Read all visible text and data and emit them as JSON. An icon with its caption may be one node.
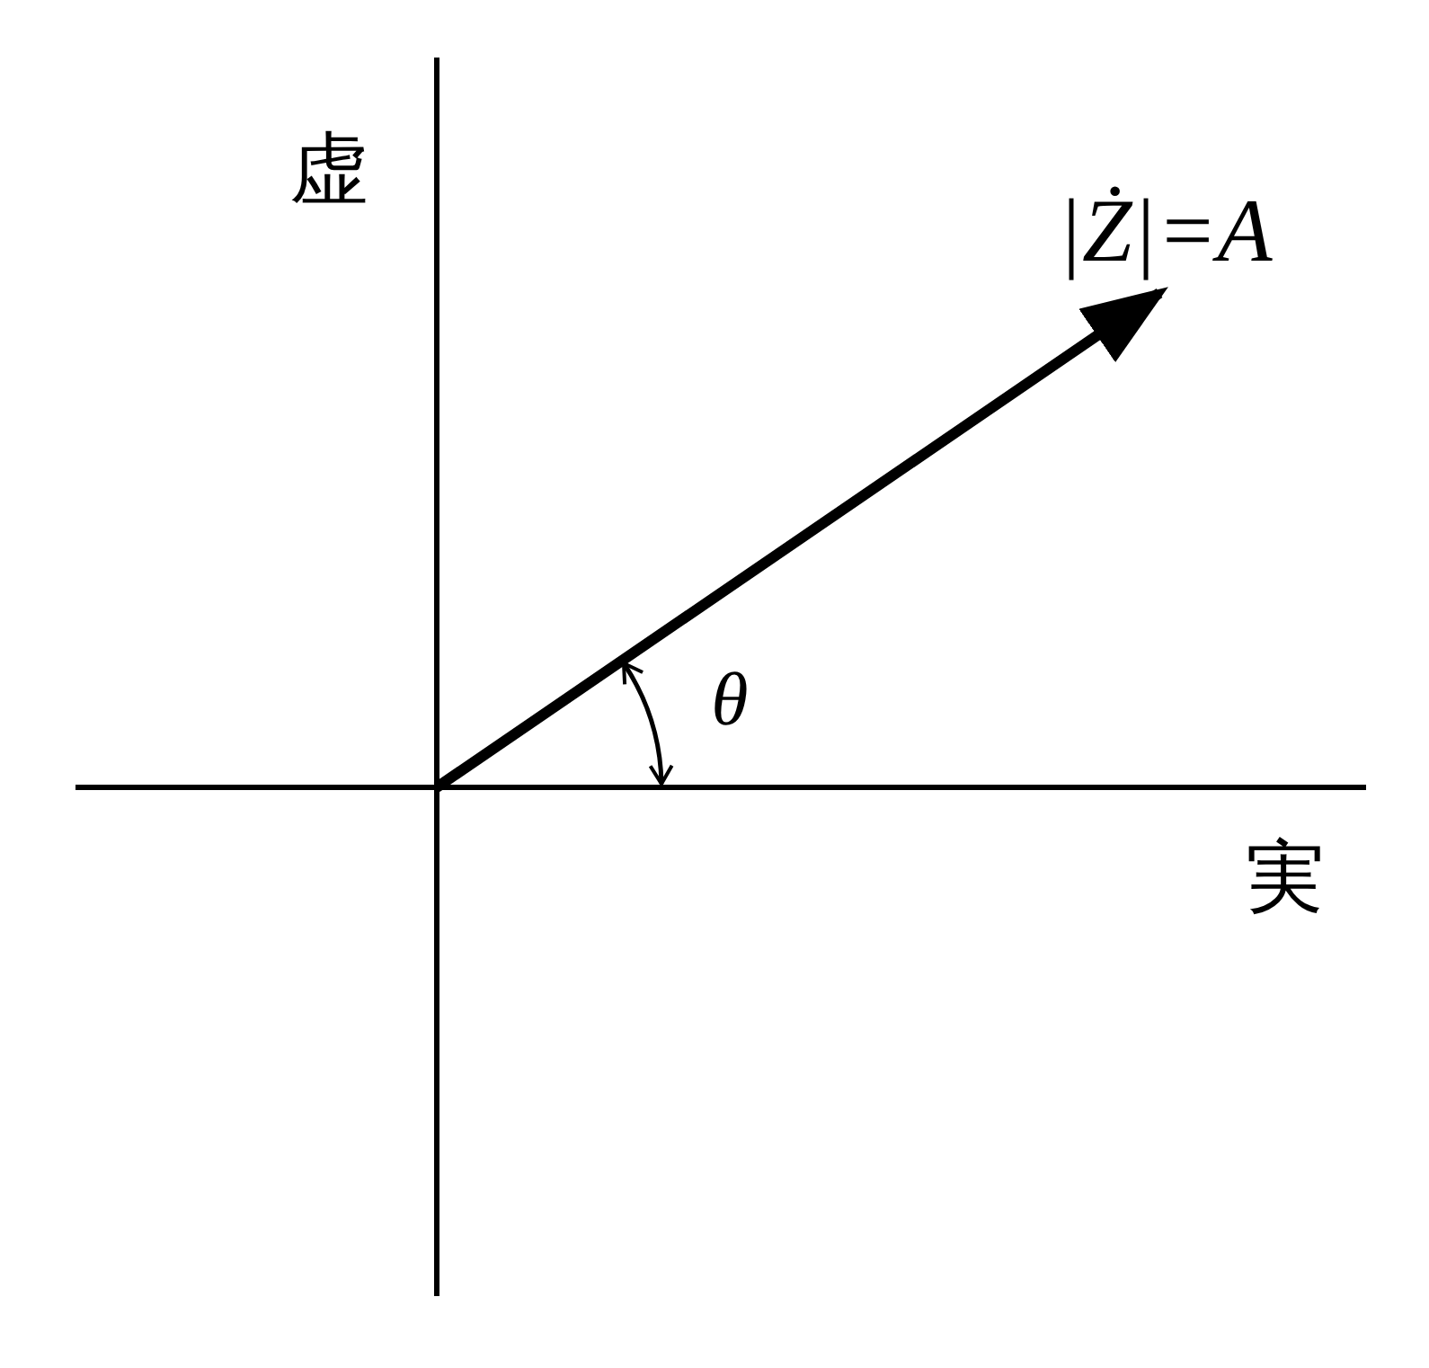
{
  "diagram": {
    "labels": [
      "虚",
      "|Ż|=A",
      "θ",
      "実"
    ]
  }
}
